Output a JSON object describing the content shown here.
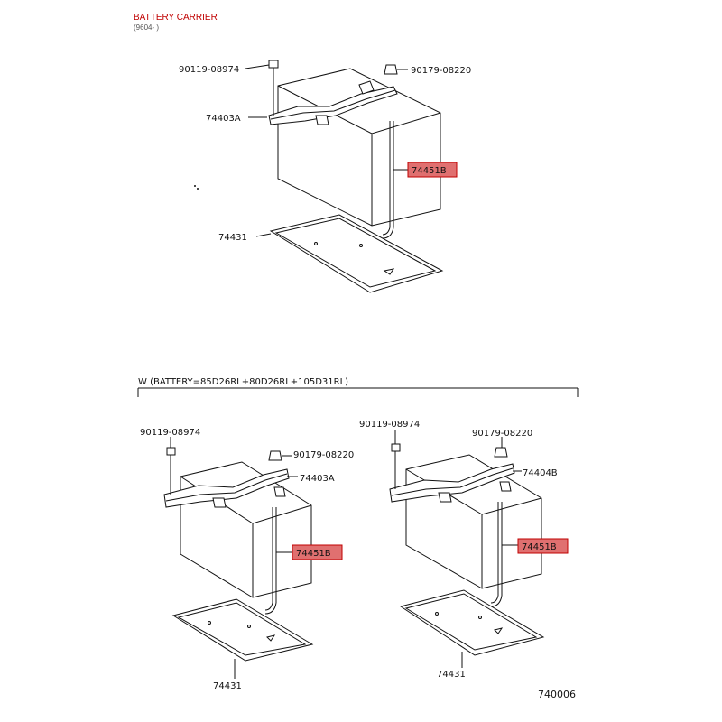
{
  "header": {
    "title": "BATTERY CARRIER",
    "subtitle": "(9604- )"
  },
  "top_assembly": {
    "bolt": "90119-08974",
    "nut": "90179-08220",
    "clamp": "74403A",
    "rod": "74451B",
    "tray": "74431"
  },
  "variant": {
    "condition": "W (BATTERY=85D26RL+80D26RL+105D31RL)",
    "left": {
      "bolt": "90119-08974",
      "nut": "90179-08220",
      "clamp": "74403A",
      "rod": "74451B",
      "tray": "74431"
    },
    "right": {
      "bolt": "90119-08974",
      "nut": "90179-08220",
      "clamp": "74404B",
      "rod": "74451B",
      "tray": "74431"
    }
  },
  "figure_number": "740006",
  "colors": {
    "highlight": "#e07070",
    "highlight_border": "#c00000",
    "title": "#c00000"
  }
}
